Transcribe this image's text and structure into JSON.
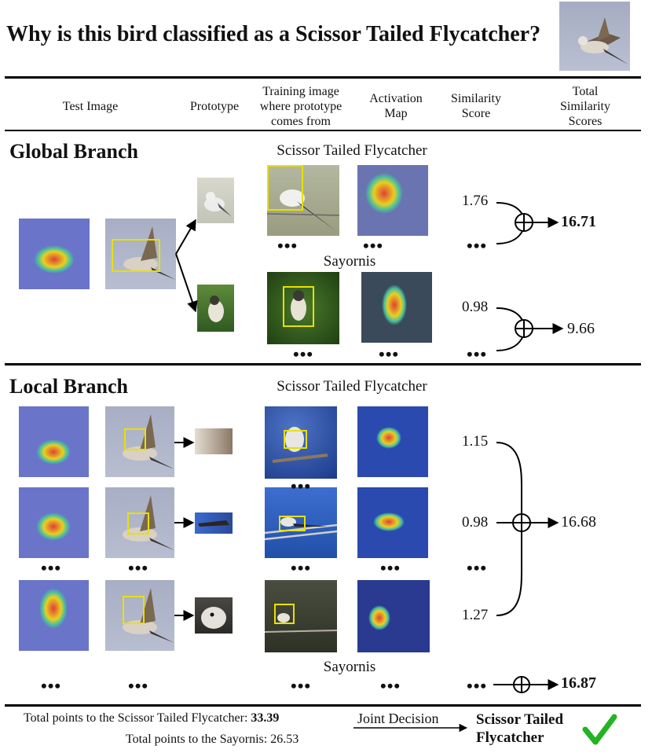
{
  "title": "Why is this bird classified as a Scissor Tailed Flycatcher?",
  "columns": {
    "test_image": "Test Image",
    "prototype": "Prototype",
    "training_line1": "Training image",
    "training_line2": "where prototype",
    "training_line3": "comes from",
    "activation_line1": "Activation",
    "activation_line2": "Map",
    "similarity_line1": "Similarity",
    "similarity_line2": "Score",
    "total_line1": "Total",
    "total_line2": "Similarity",
    "total_line3": "Scores"
  },
  "global_branch": {
    "heading": "Global Branch",
    "class_a": "Scissor Tailed Flycatcher",
    "class_b": "Sayornis",
    "score_a": "1.76",
    "total_a": "16.71",
    "score_b": "0.98",
    "total_b": "9.66"
  },
  "local_branch": {
    "heading": "Local Branch",
    "class_a": "Scissor Tailed Flycatcher",
    "class_b": "Sayornis",
    "scores": [
      "1.15",
      "0.98",
      "1.27"
    ],
    "total_a": "16.68",
    "total_b": "16.87"
  },
  "ellipsis": "•••",
  "footer": {
    "line1_prefix": "Total points to the Scissor Tailed Flycatcher:",
    "line1_value": "33.39",
    "line2": "Total points to the Sayornis: 26.53",
    "joint": "Joint Decision",
    "decision_line1": "Scissor Tailed",
    "decision_line2": "Flycatcher"
  },
  "colors": {
    "heat_red": "#e0403a",
    "heat_yellow": "#e8e000",
    "sky": "#aab0c8",
    "check": "#22b422"
  }
}
